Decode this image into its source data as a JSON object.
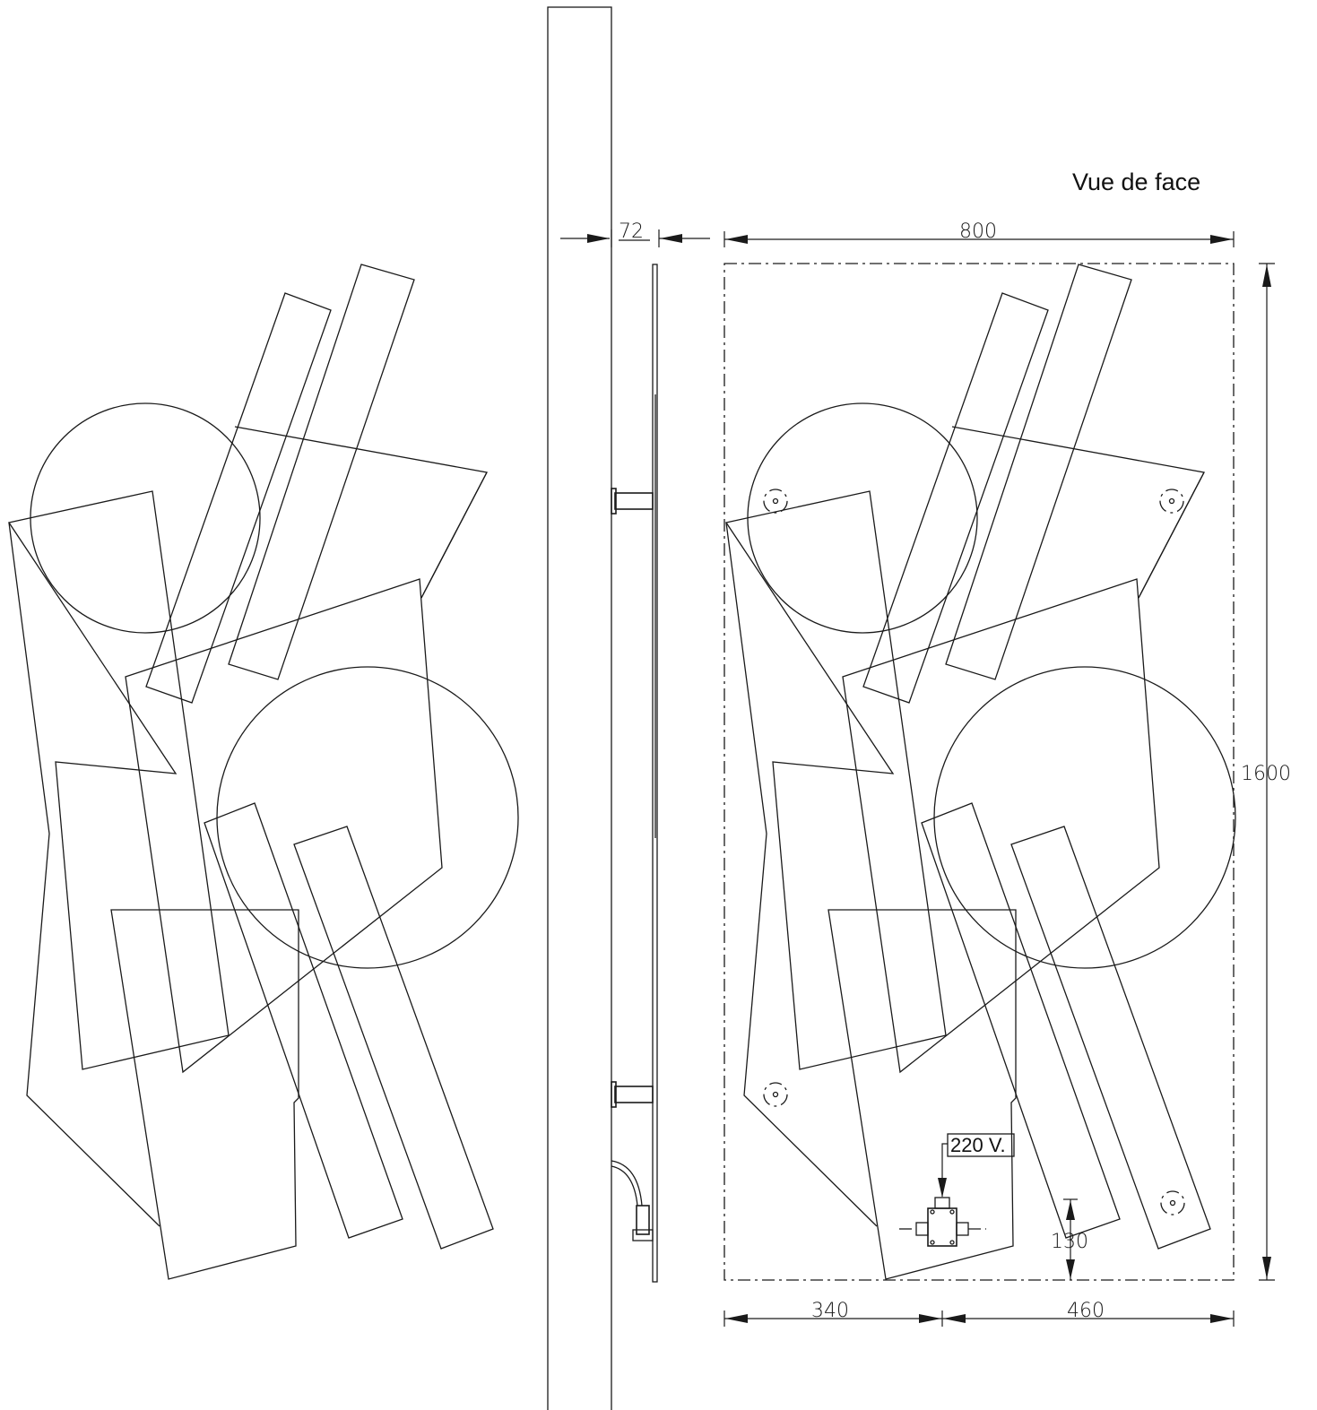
{
  "view_title": "Vue de face",
  "dimensions": {
    "depth": "72",
    "width": "800",
    "height": "1600",
    "left_offset": "340",
    "right_offset": "460",
    "bottom_offset": "130"
  },
  "electrical_label": "220 V."
}
